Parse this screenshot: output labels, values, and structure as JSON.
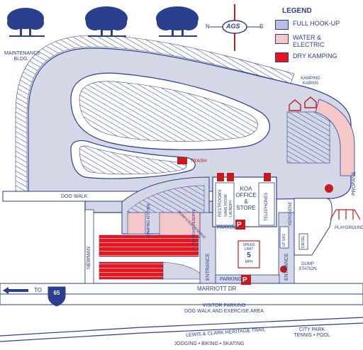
{
  "legend": {
    "title": "LEGEND",
    "items": [
      {
        "label": "FULL HOOK-UP",
        "color": "#b8bfe0"
      },
      {
        "label": "WATER & ELECTRIC",
        "color": "#f4c8c8"
      },
      {
        "label": "DRY KAMPING",
        "color": "#e8141e"
      }
    ]
  },
  "compass": {
    "n": "N",
    "s": "S",
    "logo": "AGS"
  },
  "labels": {
    "maintenance": "MAINTENANCE BLDG.",
    "kamping_kabins": "KAMPING KABINS",
    "trash": "TRASH",
    "propane": "PROPANE",
    "dog_walk": "DOG WALK",
    "koa_office": "KOA OFFICE & STORE",
    "restrooms": "RESTROOMS",
    "game_room": "GAME ROOM",
    "laundry": "LAUNDRY",
    "telephones": "TELEPHONES",
    "parking1": "PARKING",
    "parking2": "PARKING",
    "parking_symbol": "P",
    "speed_limit": "SPEED LIMIT",
    "speed_value": "5",
    "speed_unit": "MPH",
    "kerosene": "KEROSENE",
    "playground": "PLAYGROUND",
    "dump_station": "DUMP STATION",
    "diesel": "DIESEL",
    "lp_gas": "LP GAS",
    "camping_kitchen": "CAMPING KITCHEN",
    "dumpster_reserve": "DUMPSTER RESERVE",
    "overnight_reserve": "OVERNIGHT RESERVE",
    "newman": "NEWMAN",
    "entrance1": "ENTRANCE",
    "entrance2": "ENTRANCE",
    "to": "TO",
    "interstate": "65",
    "marriott": "MARRIOTT DR",
    "visitor_parking": "VISITOR PARKING",
    "dog_walk_area": "DOG WALK AND EXERCISE AREA",
    "lewis_clark": "LEWIS & CLARK HERITAGE TRAIL",
    "city_park": "CITY PARK",
    "tennis_pool": "TENNIS • POOL",
    "jogging": "JOGGING • BIKING • SKATING"
  }
}
